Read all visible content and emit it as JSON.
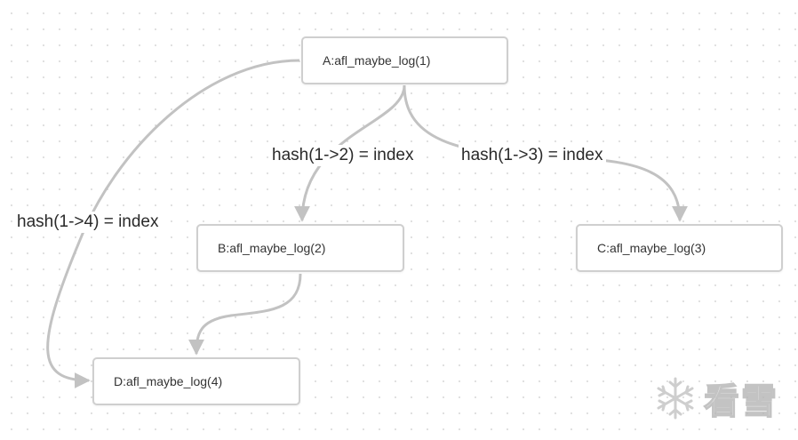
{
  "nodes": {
    "a": "A:afl_maybe_log(1)",
    "b": "B:afl_maybe_log(2)",
    "c": "C:afl_maybe_log(3)",
    "d": "D:afl_maybe_log(4)"
  },
  "edge_labels": {
    "a_to_b": "hash(1->2) = index",
    "a_to_c": "hash(1->3) = index",
    "a_to_d": "hash(1->4) = index"
  },
  "watermark": {
    "text": "看雪"
  },
  "colors": {
    "edge": "#c2c2c2",
    "node_border": "#cfcfcf",
    "text": "#333333"
  }
}
